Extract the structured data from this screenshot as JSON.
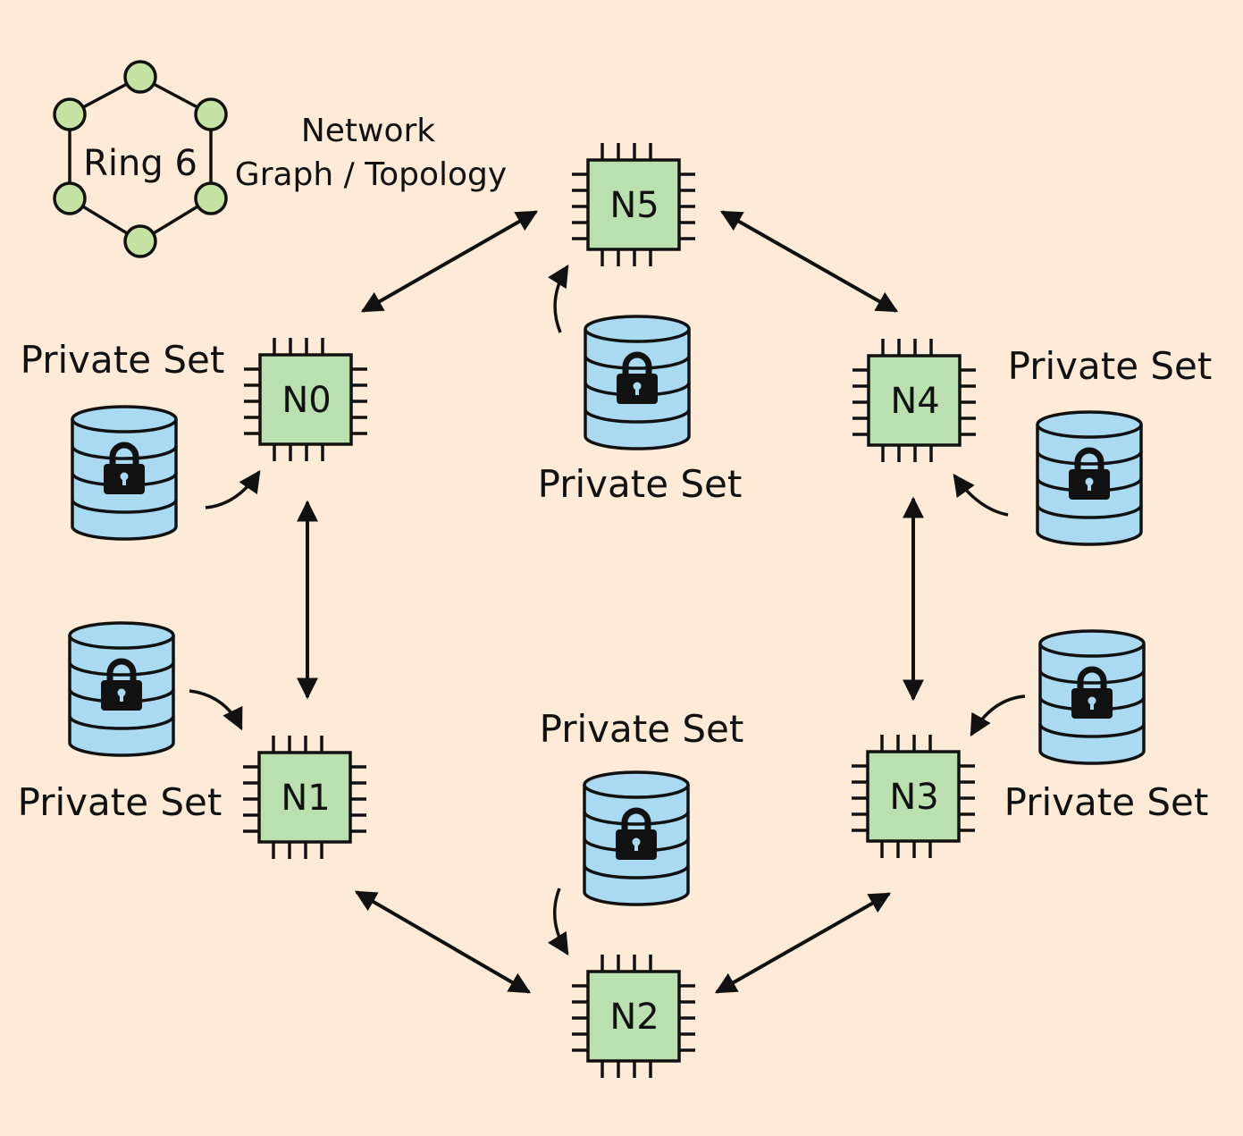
{
  "legend": {
    "ring_label": "Ring 6",
    "network_line1": "Network",
    "network_line2": "Graph / Topology"
  },
  "nodes": [
    {
      "id": "n0",
      "label": "N0"
    },
    {
      "id": "n1",
      "label": "N1"
    },
    {
      "id": "n2",
      "label": "N2"
    },
    {
      "id": "n3",
      "label": "N3"
    },
    {
      "id": "n4",
      "label": "N4"
    },
    {
      "id": "n5",
      "label": "N5"
    }
  ],
  "datasets": [
    {
      "node": "N0",
      "label": "Private Set"
    },
    {
      "node": "N1",
      "label": "Private Set"
    },
    {
      "node": "N2",
      "label": "Private Set"
    },
    {
      "node": "N3",
      "label": "Private Set"
    },
    {
      "node": "N4",
      "label": "Private Set"
    },
    {
      "node": "N5",
      "label": "Private Set"
    }
  ],
  "colors": {
    "background": "#fdebd7",
    "node_fill": "#b9e0ae",
    "legend_node_fill": "#c4e3a3",
    "database_fill": "#a9daf2",
    "stroke": "#111111"
  },
  "icons": {
    "node": "chip-icon",
    "dataset": "locked-database-icon",
    "legend": "hexagon-ring-icon"
  }
}
